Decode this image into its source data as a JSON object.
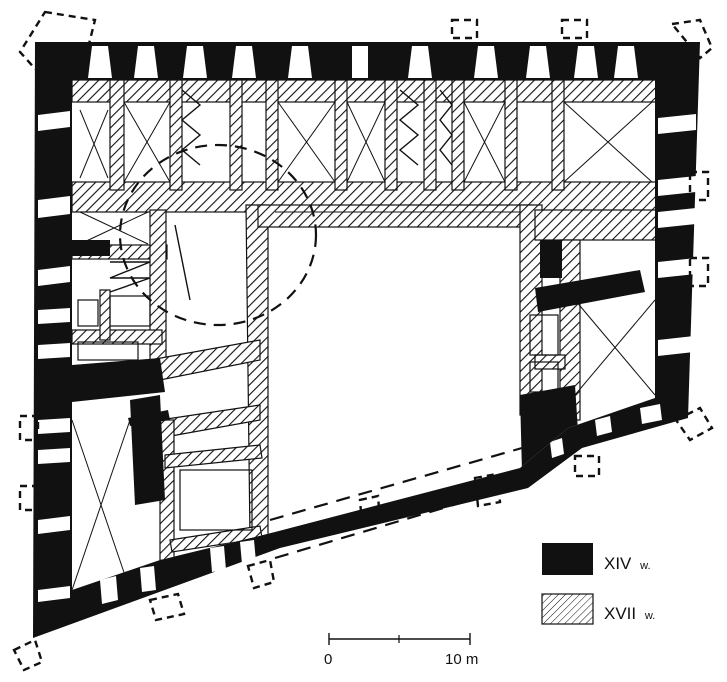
{
  "legend": {
    "items": [
      {
        "label": "XIV",
        "suffix": "w.",
        "pattern": "solid",
        "color": "#111111"
      },
      {
        "label": "XVII",
        "suffix": "w.",
        "pattern": "hatched",
        "color": "#111111"
      }
    ]
  },
  "scale_bar": {
    "start_label": "0",
    "end_label": "10 m"
  }
}
